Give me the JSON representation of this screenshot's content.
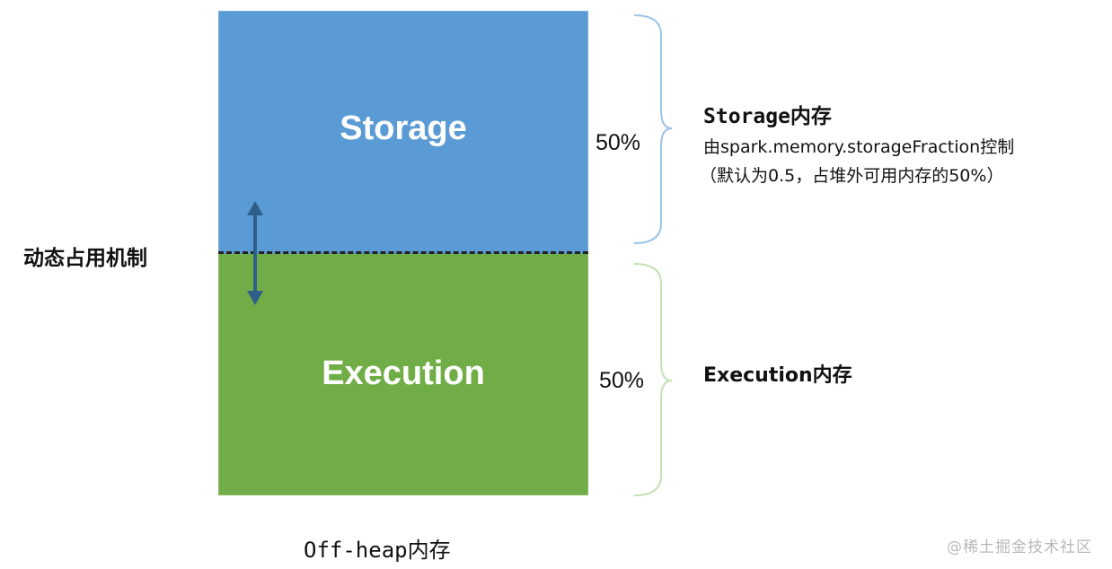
{
  "diagram": {
    "blocks": {
      "storage_label": "Storage",
      "execution_label": "Execution"
    },
    "dynamic_label": "动态占用机制",
    "percentages": {
      "storage": "50%",
      "execution": "50%"
    },
    "storage_annotation": {
      "title": "Storage内存",
      "line1": "由spark.memory.storageFraction控制",
      "line2": "（默认为0.5，占堆外可用内存的50%）"
    },
    "execution_annotation": {
      "title": "Execution内存"
    },
    "caption": "Off-heap内存",
    "watermark": "@稀土掘金技术社区",
    "colors": {
      "storage": "#5b9bd5",
      "execution": "#70ad47",
      "arrow": "#2e5f8a",
      "storage_brace": "#9dc3e6",
      "execution_brace": "#c5e0b4"
    }
  }
}
